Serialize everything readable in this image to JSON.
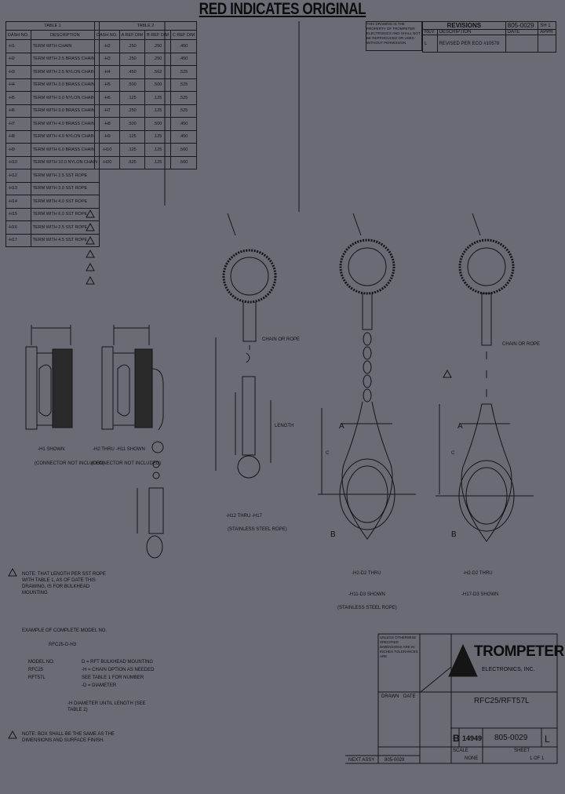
{
  "banner": "RED INDICATES ORIGINAL",
  "proprietary_note": "THIS DRAWING IS THE PROPERTY OF TROMPETER ELECTRONICS AND SHALL NOT BE REPRODUCED OR USED WITHOUT PERMISSION",
  "table1": {
    "caption": "TABLE 1",
    "headers": [
      "DASH NO.",
      "DESCRIPTION"
    ],
    "rows": [
      [
        "-H1",
        "TERM WITH CHAIN"
      ],
      [
        "-H2",
        "TERM WITH 2.5 BRASS CHAIN"
      ],
      [
        "-H3",
        "TERM WITH 2.5 NYLON CHAIN"
      ],
      [
        "-H4",
        "TERM WITH 3.0 BRASS CHAIN"
      ],
      [
        "-H5",
        "TERM WITH 3.0 NYLON CHAIN"
      ],
      [
        "-H6",
        "TERM WITH 3.0 BRASS CHAIN"
      ],
      [
        "-H7",
        "TERM WITH 4.0 BRASS CHAIN"
      ],
      [
        "-H8",
        "TERM WITH 4.0 NYLON CHAIN"
      ],
      [
        "-H9",
        "TERM WITH 6.0 BRASS CHAIN"
      ],
      [
        "-H10",
        "TERM WITH 10.0 NYLON CHAIN"
      ],
      [
        "-H12",
        "TERM WITH 2.5 SST ROPE"
      ],
      [
        "-H13",
        "TERM WITH 3.0 SST ROPE"
      ],
      [
        "-H14",
        "TERM WITH 4.0 SST ROPE"
      ],
      [
        "-H15",
        "TERM WITH 6.0 SST ROPE"
      ],
      [
        "-H16",
        "TERM WITH 2.5 SST ROPE"
      ],
      [
        "-H17",
        "TERM WITH 4.5 SST ROPE"
      ]
    ]
  },
  "table2": {
    "caption": "TABLE 2",
    "headers": [
      "DASH NO.",
      "A REF DIM",
      "B REF DIM",
      "C REF DIM"
    ],
    "rows": [
      [
        "-H2",
        ".250",
        ".250",
        ".450"
      ],
      [
        "-H3",
        ".250",
        ".250",
        ".450"
      ],
      [
        "-H4",
        ".450",
        ".562",
        ".525"
      ],
      [
        "-H5",
        ".500",
        ".500",
        ".525"
      ],
      [
        "-H6",
        ".125",
        ".125",
        ".525"
      ],
      [
        "-H7",
        ".250",
        ".125",
        ".525"
      ],
      [
        "-H8",
        ".500",
        ".500",
        ".450"
      ],
      [
        "-H9",
        ".125",
        ".125",
        ".450"
      ],
      [
        "-H10",
        ".125",
        ".125",
        ".560"
      ],
      [
        "-H20",
        ".625",
        ".125",
        ".560"
      ]
    ]
  },
  "revisions": {
    "title": "REVISIONS",
    "doc_no": "805-0029",
    "sheet": "SH 1",
    "headers": [
      "REV",
      "DESCRIPTION",
      "DATE",
      "APPR"
    ],
    "rows": [
      [
        "L",
        "REVISED PER ECO #10578",
        "",
        ""
      ]
    ]
  },
  "views": {
    "h1_caption": "-H1 SHOWN",
    "h1_note": "(CONNECTOR NOT INCLUDED)",
    "h2_caption": "-H2 THRU -H11 SHOWN",
    "h2_note": "(CONNECTOR NOT INCLUDED)",
    "h12_caption": "-H12 THRU -H17",
    "h12_note": "(STAINLESS STEEL ROPE)",
    "mid_caption_1": "-H2-D2 THRU",
    "mid_caption_2": "-H11-D3 SHOWN",
    "mid_note": "(STAINLESS STEEL ROPE)",
    "right_caption_1": "-H2-D2 THRU",
    "right_caption_2": "-H17-D3 SHOWN",
    "chain_label": "CHAIN OR ROPE",
    "length_label": "LENGTH",
    "a_label": "A",
    "b_label": "B",
    "c_label": "C"
  },
  "notes": {
    "note1": "NOTE: THAT LENGTH PER SST ROPE WITH TABLE 1, AS OF DATE THIS DRAWING, IS FOR BULKHEAD MOUNTING",
    "note2_title": "EXAMPLE OF COMPLETE MODEL NO.",
    "note2_example": "RFC25-D-H3",
    "model_lines": [
      "MODEL NO.",
      "RFC25",
      "RFT57L"
    ],
    "option_lines": [
      "D = RFT BULKHEAD MOUNTING",
      "-H = CHAIN OPTION AS NEEDED",
      "SEE TABLE 1 FOR NUMBER",
      "-D = DIAMETER"
    ],
    "dash_note": "-H DIAMETER UNTIL LENGTH (SEE TABLE 2)",
    "note3": "NOTE: BOX SHALL BE THE SAME AS THE DIMENSIONS AND SURFACE FINISH."
  },
  "title_block": {
    "company": "TROMPETER",
    "company_sub": "ELECTRONICS, INC.",
    "drawing_title": "RFC25/RFT57L",
    "size": "B",
    "cage": "14949",
    "dwg_no": "805-0029",
    "rev": "L",
    "scale_label": "SCALE",
    "scale": "NONE",
    "sheet_label": "SHEET",
    "sheet": "1 OF 1",
    "next_assy_label": "NEXT ASSY",
    "next_assy": "805-0029",
    "drawn_label": "DRAWN",
    "date_label": "DATE",
    "tolerances": "UNLESS OTHERWISE SPECIFIED DIMENSIONS ARE IN INCHES TOLERANCES ARE"
  },
  "colors": {
    "background": "#6b6b76",
    "line": "#151515"
  }
}
